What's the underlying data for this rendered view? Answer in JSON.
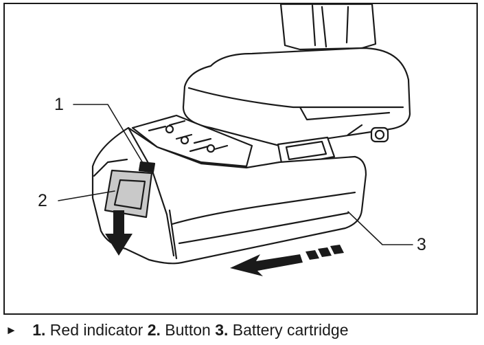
{
  "callouts": [
    {
      "number": "1",
      "label": "Red indicator"
    },
    {
      "number": "2",
      "label": "Button"
    },
    {
      "number": "3",
      "label": "Battery cartridge"
    }
  ],
  "caption": {
    "marker": "►",
    "items": [
      {
        "number": "1.",
        "label": "Red indicator"
      },
      {
        "number": "2.",
        "label": "Button"
      },
      {
        "number": "3.",
        "label": "Battery cartridge"
      }
    ]
  },
  "colors": {
    "line": "#1a1a1a",
    "fill": "#ffffff",
    "button_fill": "#c9c9c9",
    "indicator": "#1a1a1a"
  }
}
